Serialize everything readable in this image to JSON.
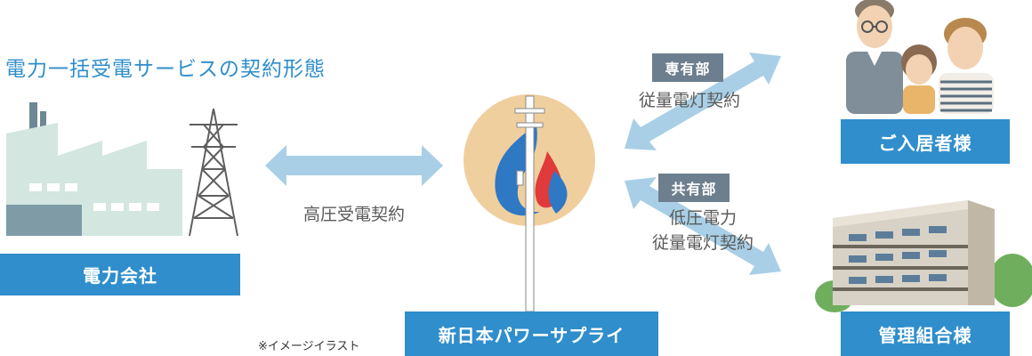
{
  "title": "電力一括受電サービスの契約形態",
  "labels": {
    "power_company": "電力会社",
    "supplier": "新日本パワーサプライ",
    "residents": "ご入居者様",
    "management": "管理組合様"
  },
  "contracts": {
    "high_voltage": "高圧受電契約",
    "private_badge": "専有部",
    "private_contract": "従量電灯契約",
    "common_badge": "共有部",
    "common_contract_line1": "低圧電力",
    "common_contract_line2": "従量電灯契約"
  },
  "note": "※イメージイラスト",
  "colors": {
    "accent_blue": "#2f8ecb",
    "arrow_blue": "#a9cfe6",
    "badge_grey": "#6d7f8e",
    "circle_beige": "#f0cf9e",
    "flame_red": "#e03a3a",
    "flame_blue": "#2f78c4"
  },
  "icons": [
    "factory-icon",
    "transmission-tower-icon",
    "utility-pole-icon",
    "flame-logo-icon",
    "family-icon",
    "apartment-building-icon"
  ]
}
